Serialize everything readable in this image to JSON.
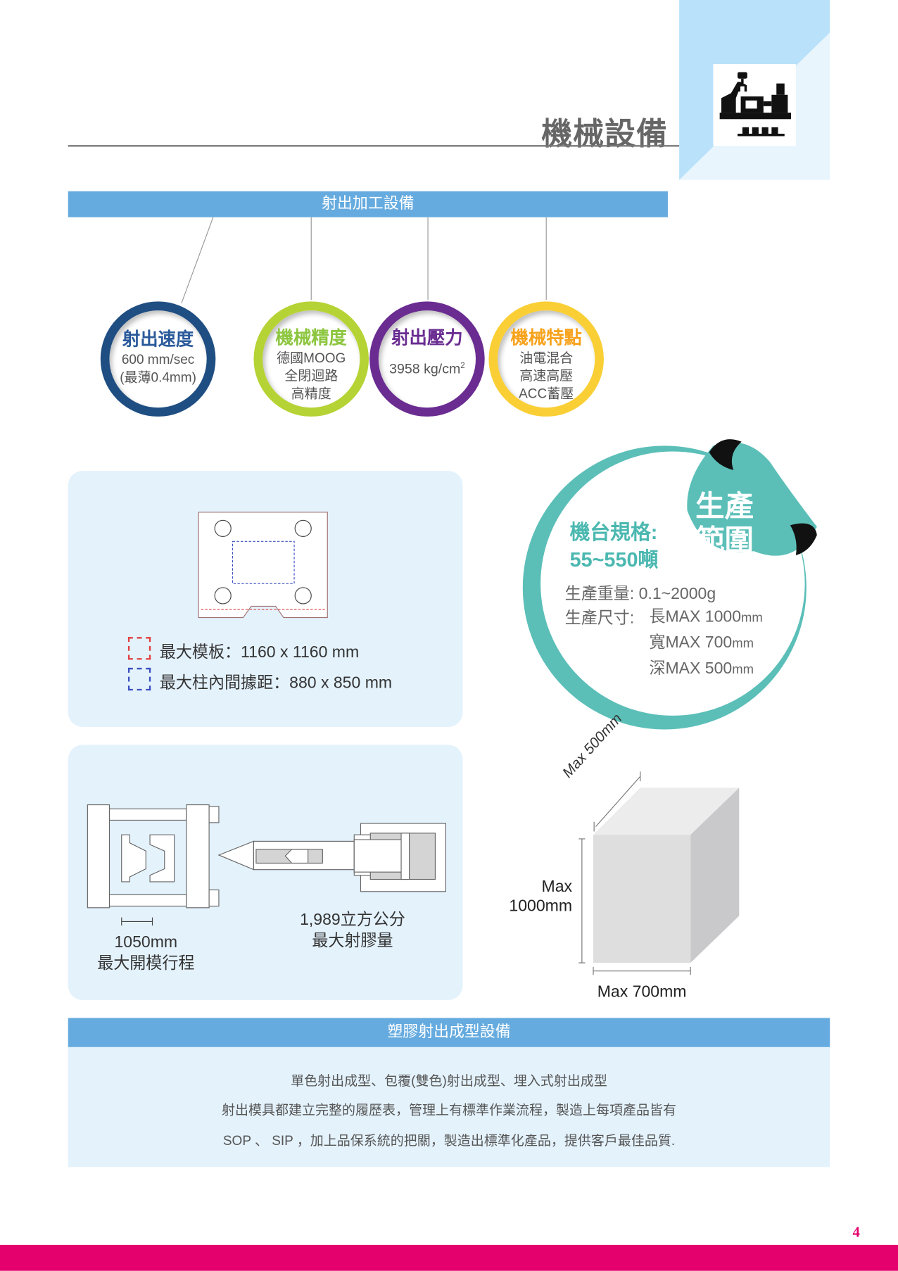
{
  "header": {
    "title": "機械設備",
    "icon": "injection-machine-icon"
  },
  "section1": {
    "bar_title": "射出加工設備",
    "features": [
      {
        "title": "射出速度",
        "lines": [
          "600 mm/sec",
          "(最薄0.4mm)"
        ],
        "color": "#1f4e82",
        "title_color": "#2a5a9a"
      },
      {
        "title": "機械精度",
        "lines": [
          "德國MOOG",
          "全閉迴路",
          "高精度"
        ],
        "color": "#b5d334",
        "title_color": "#8cc63f"
      },
      {
        "title": "射出壓力",
        "lines": [
          "3958 kg/cm",
          "2"
        ],
        "color": "#6a2c91",
        "title_color": "#6a2c91"
      },
      {
        "title": "機械特點",
        "lines": [
          "油電混合",
          "高速高壓",
          "ACC蓄壓"
        ],
        "color": "#f9cf35",
        "title_color": "#f7a21b"
      }
    ]
  },
  "platen": {
    "legend": [
      {
        "label": "最大模板：1160 x 1160 mm",
        "color": "#e04040"
      },
      {
        "label": "最大柱內間據距：880 x 850 mm",
        "color": "#3a4fc0"
      }
    ]
  },
  "machine": {
    "stroke_value": "1050mm",
    "stroke_label": "最大開模行程",
    "shot_value": "1,989立方公分",
    "shot_label": "最大射膠量"
  },
  "range": {
    "badge_line1": "生產",
    "badge_line2": "範圍",
    "spec_label": "機台規格:",
    "spec_value": "55~550噸",
    "weight": "生產重量: 0.1~2000g",
    "size_label": "生產尺寸:",
    "sizes": [
      {
        "main": "長MAX 1000",
        "unit": "mm"
      },
      {
        "main": "寬MAX 700",
        "unit": "mm"
      },
      {
        "main": "深MAX 500",
        "unit": "mm"
      }
    ],
    "teal": "#5bbfb8"
  },
  "cube": {
    "depth": "Max 500mm",
    "height_line1": "Max",
    "height_line2": "1000mm",
    "width": "Max 700mm"
  },
  "section2": {
    "bar_title": "塑膠射出成型設備",
    "lines": [
      "單色射出成型、包覆(雙色)射出成型、埋入式射出成型",
      "射出模具都建立完整的履歷表，管理上有標準作業流程，製造上每項產品皆有",
      "SOP 、 SIP ，加上品保系統的把關，製造出標準化產品，提供客戶最佳品質."
    ]
  },
  "footer": {
    "page": "4",
    "color": "#e4006d"
  }
}
